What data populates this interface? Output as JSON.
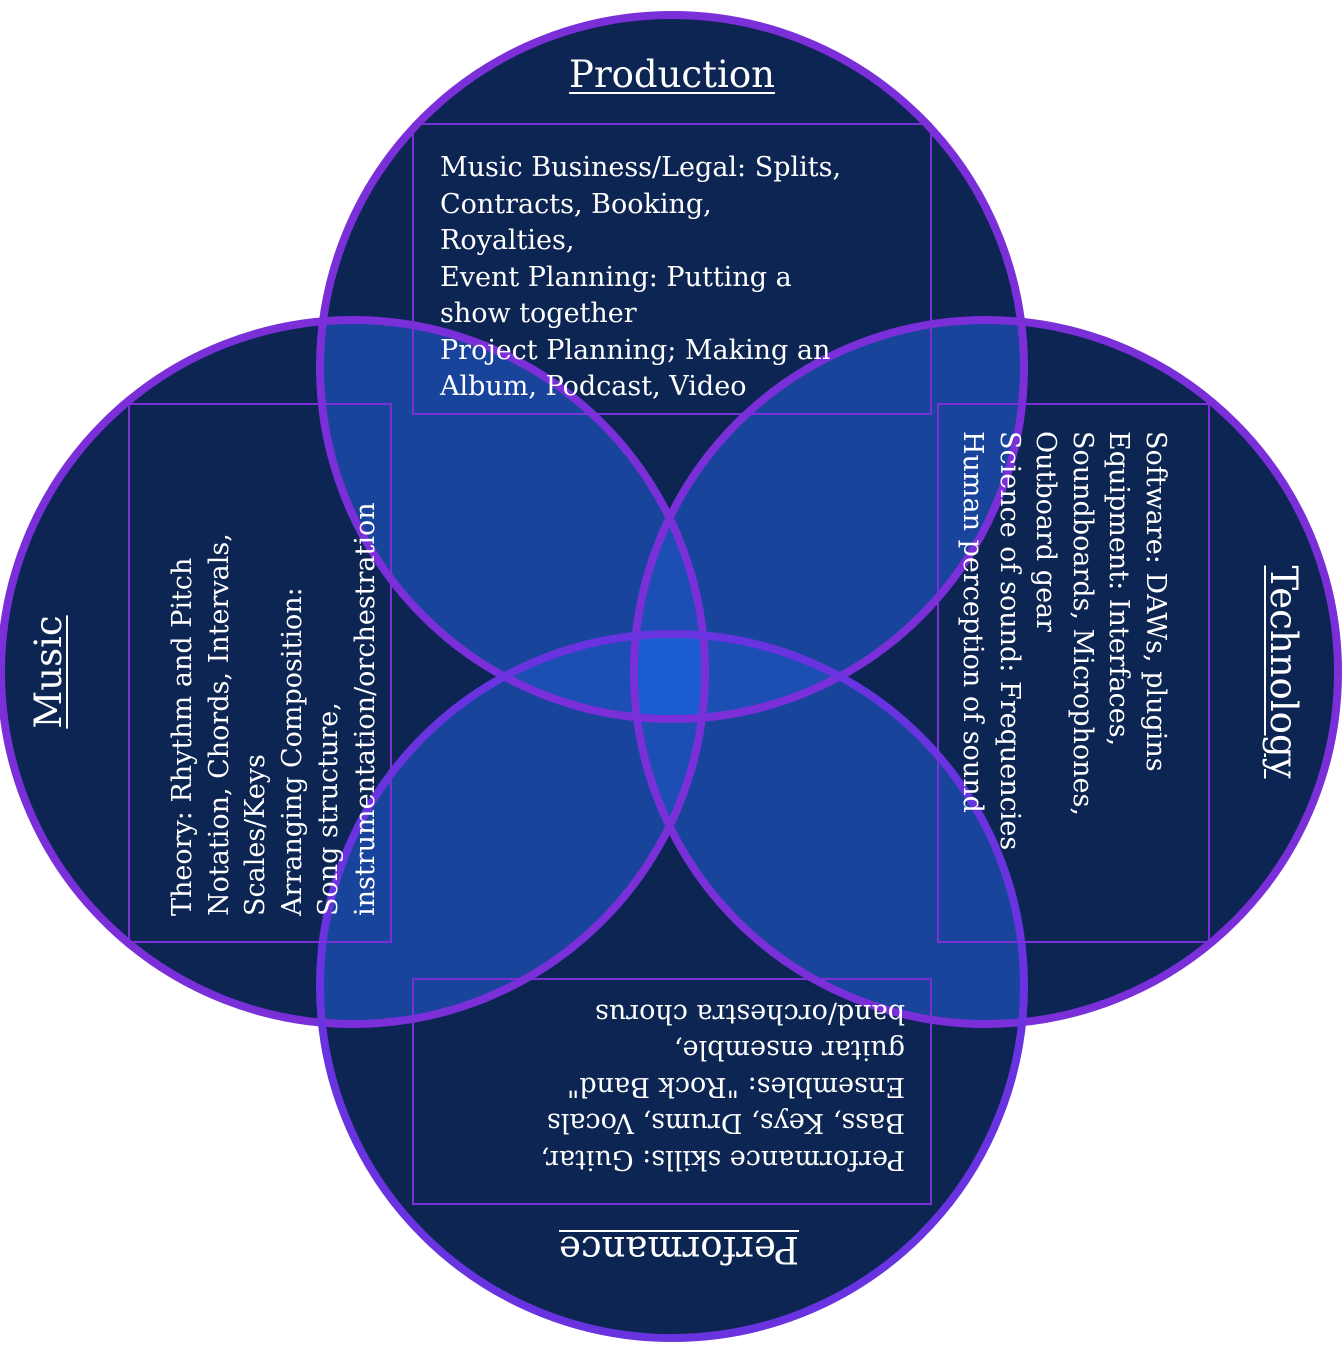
{
  "colors": {
    "circle_fill": "#0d2552",
    "circle_stroke": "#7b2fd6",
    "overlap_fill": "#1e4fb5",
    "center_fill": "#1a5dd0",
    "text": "#ffffff"
  },
  "circles": {
    "production": {
      "title": "Production",
      "body": "Music Business/Legal: Splits,\nContracts, Booking,\nRoyalties,\nEvent Planning: Putting a\nshow together\nProject Planning; Making an\nAlbum, Podcast, Video"
    },
    "music": {
      "title": "Music",
      "body": "Theory: Rhythm and Pitch\nNotation, Chords, Intervals,\nScales/Keys\nArranging Composition:\nSong structure,\ninstrumentation/orchestration"
    },
    "technology": {
      "title": "Technology",
      "body": "Software: DAWs, plugins\nEquipment: Interfaces,\nSoundboards, Microphones,\nOutboard gear\nScience of sound: Frequencies\nHuman perception of sound"
    },
    "performance": {
      "title": "Performance",
      "body": "Performance skills: Guitar,\nBass, Keys, Drums, Vocals\nEnsembles: \"Rock Band\"\nguitar ensemble,\nband/orchestra chorus"
    }
  }
}
